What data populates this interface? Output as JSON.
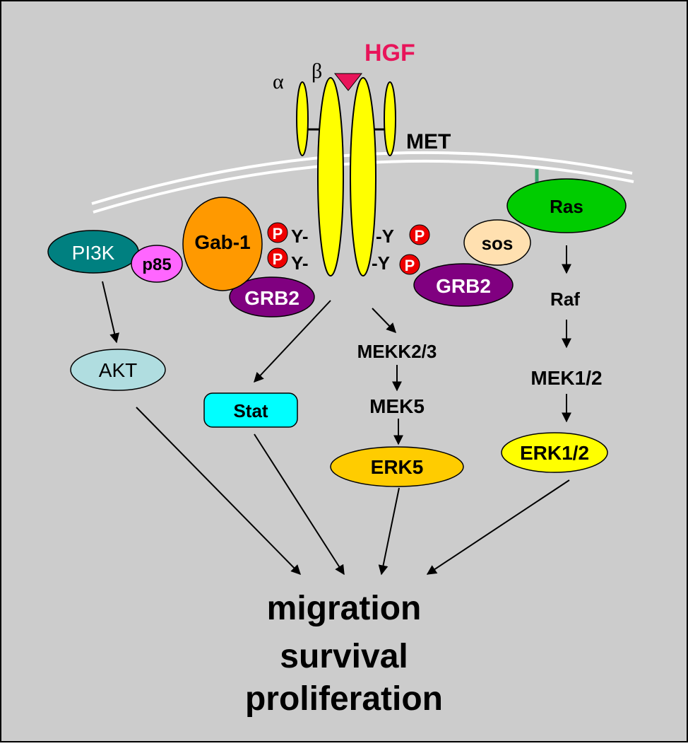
{
  "diagram": {
    "ligand": "HGF",
    "receptor": "MET",
    "alpha": "α",
    "beta": "β",
    "phospho": "P",
    "tyr_left": "Y-",
    "tyr_right": "-Y",
    "nodes": {
      "gab1": "Gab-1",
      "grb2_left": "GRB2",
      "grb2_right": "GRB2",
      "pi3k": "PI3K",
      "p85": "p85",
      "sos": "sos",
      "ras": "Ras",
      "raf": "Raf",
      "mek12": "MEK1/2",
      "erk12": "ERK1/2",
      "akt": "AKT",
      "stat": "Stat",
      "mekk23": "MEKK2/3",
      "mek5": "MEK5",
      "erk5": "ERK5"
    },
    "outcomes": [
      "migration",
      "survival",
      "proliferation"
    ]
  },
  "colors": {
    "background": "#cccccc",
    "hgf": "#e8145a",
    "met": "#ffff00",
    "gab1": "#ff9900",
    "grb2": "#800080",
    "pi3k": "#008080",
    "p85": "#ff66ff",
    "sos": "#ffe0b0",
    "ras": "#00cc00",
    "akt": "#b0dde0",
    "stat": "#00ffff",
    "erk5": "#ffcc00",
    "erk12": "#ffff00",
    "phospho": "#ee0000"
  }
}
